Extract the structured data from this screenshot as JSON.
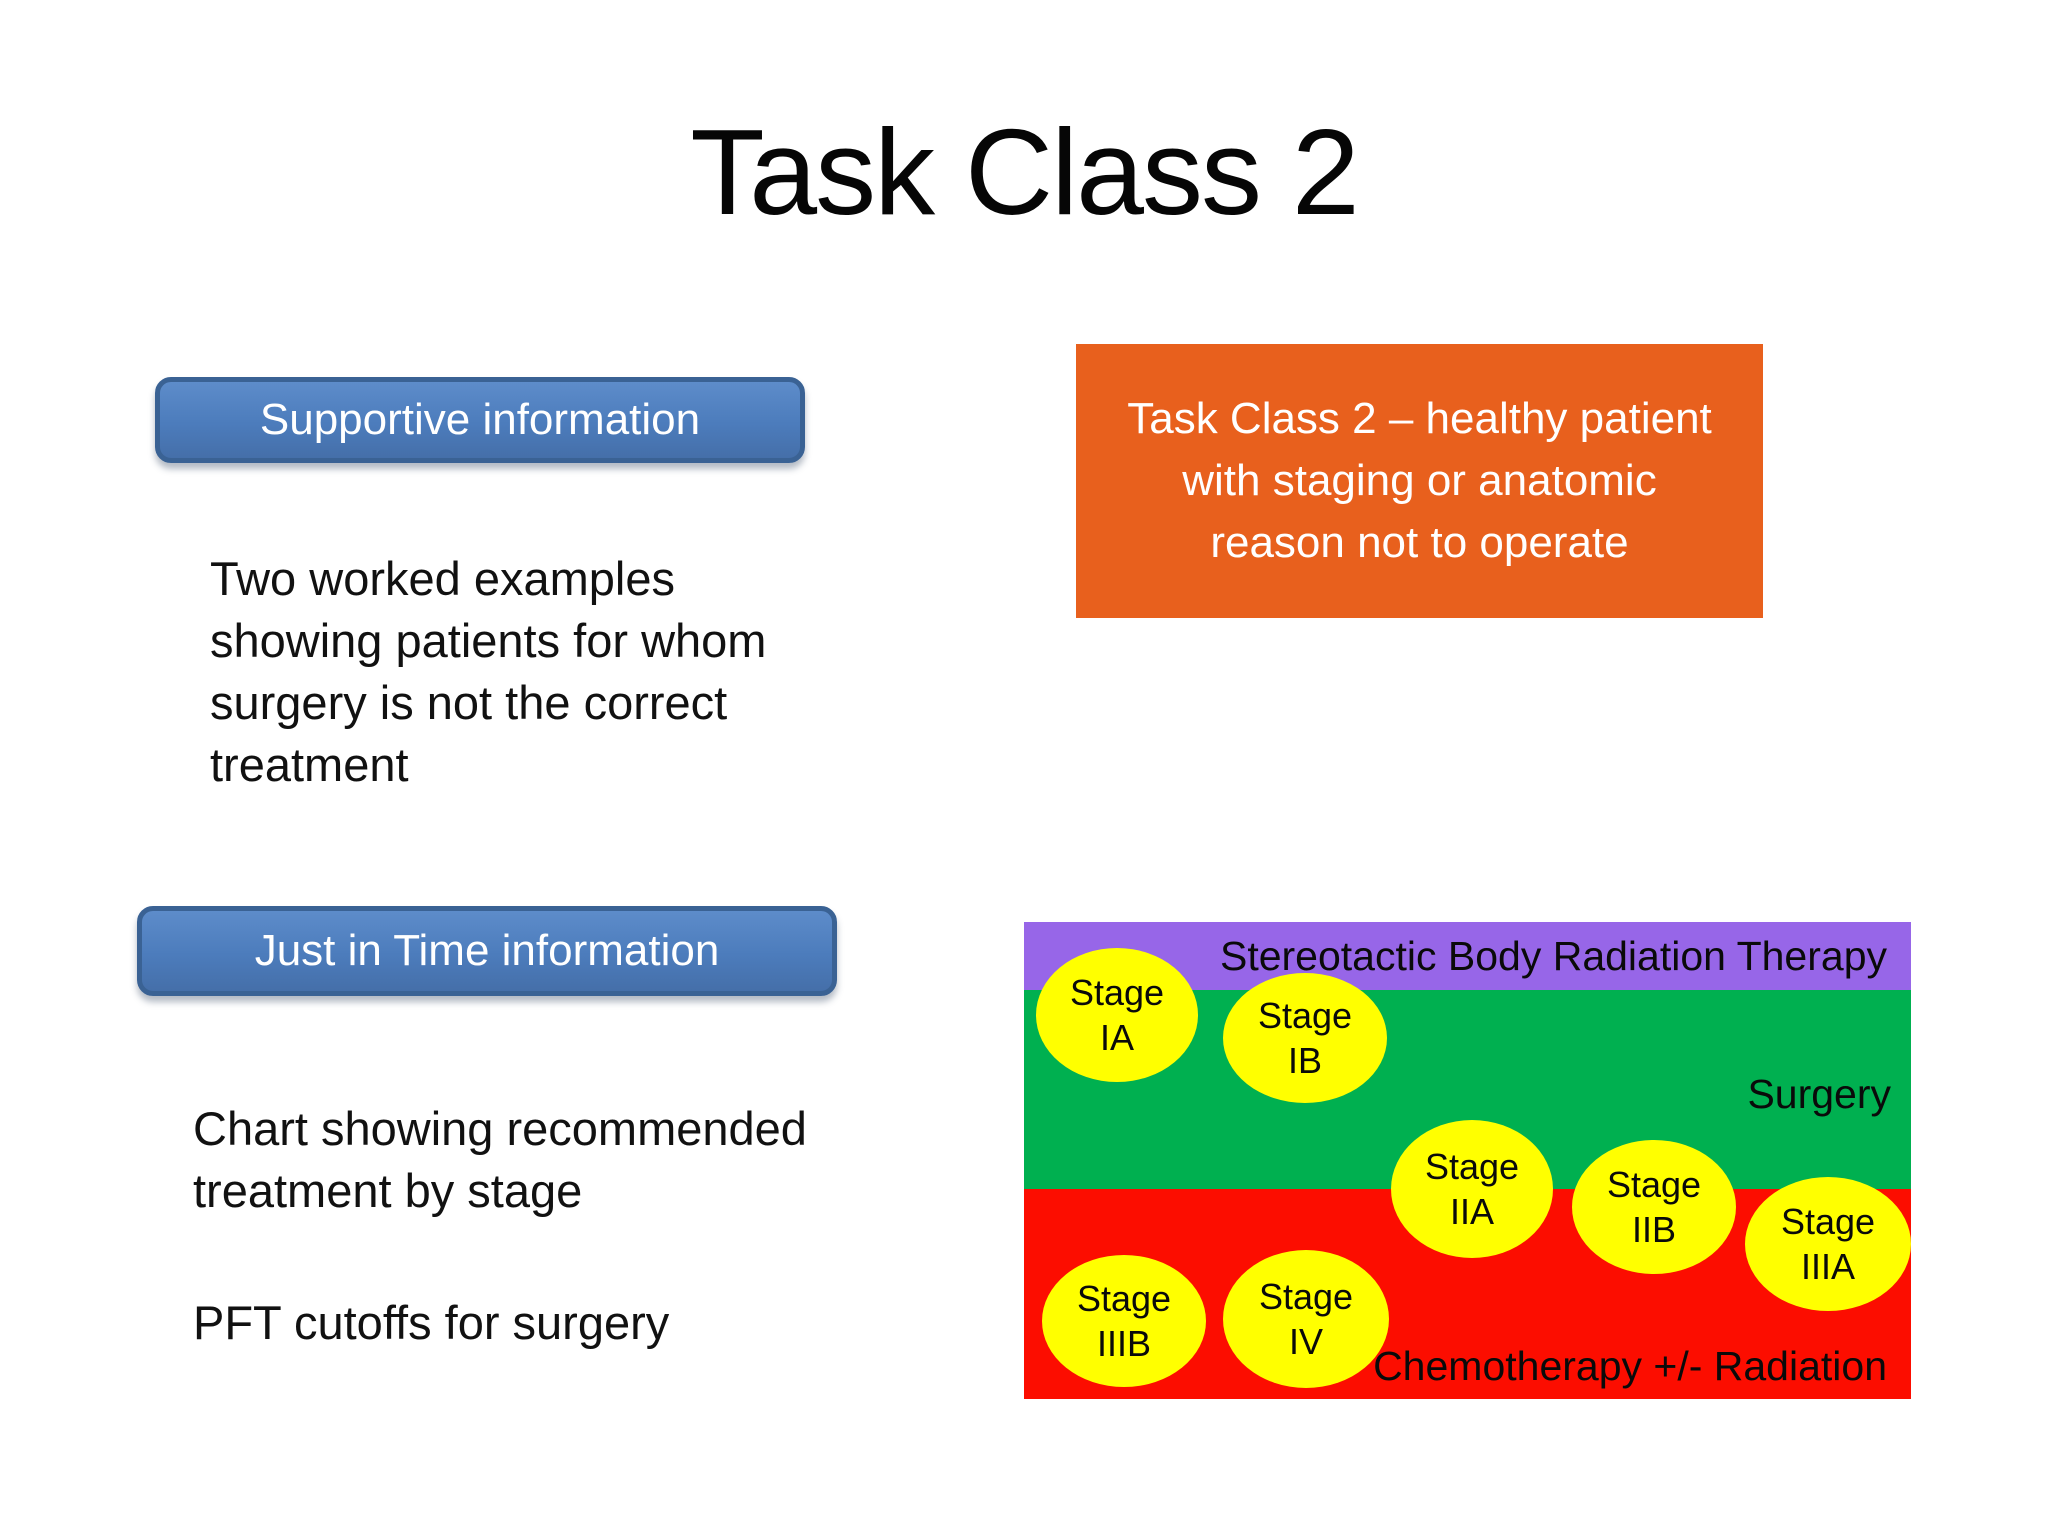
{
  "slide": {
    "title": "Task Class 2",
    "background": "#ffffff"
  },
  "colors": {
    "button_fill": "#4d7cbc",
    "button_border": "#3a6294",
    "button_text": "#ffffff",
    "callout_orange": "#e8601d",
    "callout_text": "#ffffff",
    "band_sbrt_purple": "#9766e8",
    "band_surgery_green": "#00b050",
    "band_chemo_red": "#fc0d00",
    "bubble_yellow": "#ffff00",
    "body_text": "#111111"
  },
  "supportive": {
    "button_label": "Supportive information",
    "body_text": "Two worked examples\nshowing patients for whom\nsurgery is not the correct\ntreatment"
  },
  "just_in_time": {
    "button_label": "Just in Time information",
    "body_text_1": "Chart showing recommended\ntreatment by stage",
    "body_text_2": "PFT cutoffs for surgery"
  },
  "callout": {
    "text": "Task Class 2 – healthy patient\nwith staging or anatomic\nreason not to operate"
  },
  "chart_data": {
    "type": "area",
    "title": "Recommended treatment by stage",
    "legend_position": "in-band labels, right-aligned",
    "bands": [
      {
        "treatment": "Stereotactic Body Radiation Therapy",
        "color": "#9766e8",
        "position": "top"
      },
      {
        "treatment": "Surgery",
        "color": "#00b050",
        "position": "middle"
      },
      {
        "treatment": "Chemotherapy +/- Radiation",
        "color": "#fc0d00",
        "position": "bottom"
      }
    ],
    "stages": [
      {
        "label": "Stage\nIA",
        "zone": "Stereotactic Body Radiation Therapy / Surgery boundary"
      },
      {
        "label": "Stage\nIB",
        "zone": "Surgery (upper)"
      },
      {
        "label": "Stage\nIIA",
        "zone": "Surgery / Chemotherapy boundary"
      },
      {
        "label": "Stage\nIIB",
        "zone": "Surgery / Chemotherapy boundary"
      },
      {
        "label": "Stage\nIIIA",
        "zone": "Surgery / Chemotherapy boundary"
      },
      {
        "label": "Stage\nIIIB",
        "zone": "Chemotherapy +/- Radiation"
      },
      {
        "label": "Stage\nIV",
        "zone": "Chemotherapy +/- Radiation"
      }
    ]
  }
}
